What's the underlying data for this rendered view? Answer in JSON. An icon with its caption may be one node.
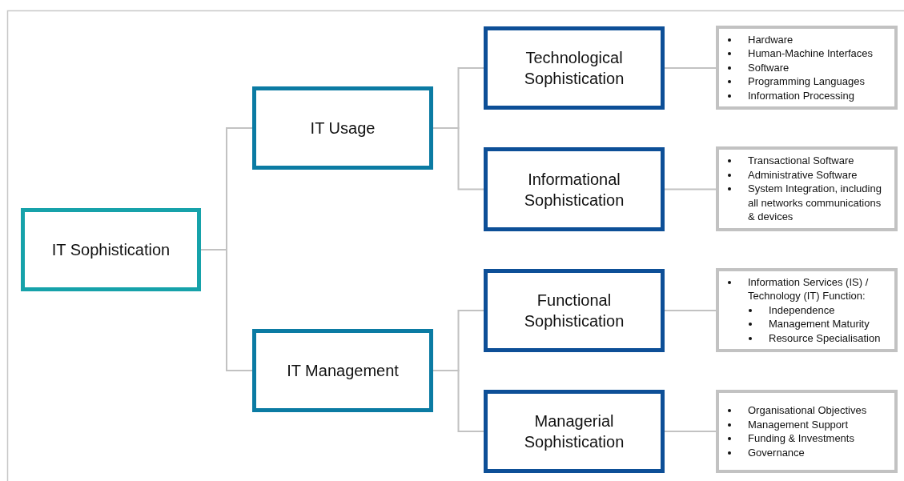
{
  "diagram": {
    "nodes": [
      {
        "text": [
          "IT Sophistication"
        ]
      },
      {
        "text": [
          "IT Usage"
        ]
      },
      {
        "text": [
          "IT Management"
        ]
      },
      {
        "text": [
          "Technological Sophistication"
        ]
      },
      {
        "text": [
          "Informational Sophistication"
        ]
      },
      {
        "text": [
          "Functional Sophistication"
        ]
      },
      {
        "text": [
          "Managerial Sophistication"
        ]
      },
      {
        "text": [
          "Hardware",
          "Human-Machine Interfaces",
          "Software",
          "Programming Languages",
          "Information Processing"
        ]
      },
      {
        "text": [
          "Transactional Software",
          "Administrative Software",
          "System Integration, including all networks communications & devices"
        ]
      },
      {
        "text": [
          "Information Services (IS) / Technology (IT) Function:",
          "Independence",
          "Management Maturity",
          "Resource Specialisation"
        ]
      },
      {
        "text": [
          "Organisational Objectives",
          "Management Support",
          "Funding & Investments",
          "Governance"
        ]
      }
    ],
    "edges": [
      {
        "from": 0,
        "to": 1,
        "arrow": "none"
      },
      {
        "from": 0,
        "to": 2,
        "arrow": "none"
      },
      {
        "from": 1,
        "to": 3,
        "arrow": "none"
      },
      {
        "from": 1,
        "to": 4,
        "arrow": "none"
      },
      {
        "from": 2,
        "to": 5,
        "arrow": "none"
      },
      {
        "from": 2,
        "to": 6,
        "arrow": "none"
      },
      {
        "from": 3,
        "to": 7,
        "arrow": "none"
      },
      {
        "from": 4,
        "to": 8,
        "arrow": "none"
      },
      {
        "from": 5,
        "to": 9,
        "arrow": "none"
      },
      {
        "from": 6,
        "to": 10,
        "arrow": "none"
      }
    ]
  }
}
